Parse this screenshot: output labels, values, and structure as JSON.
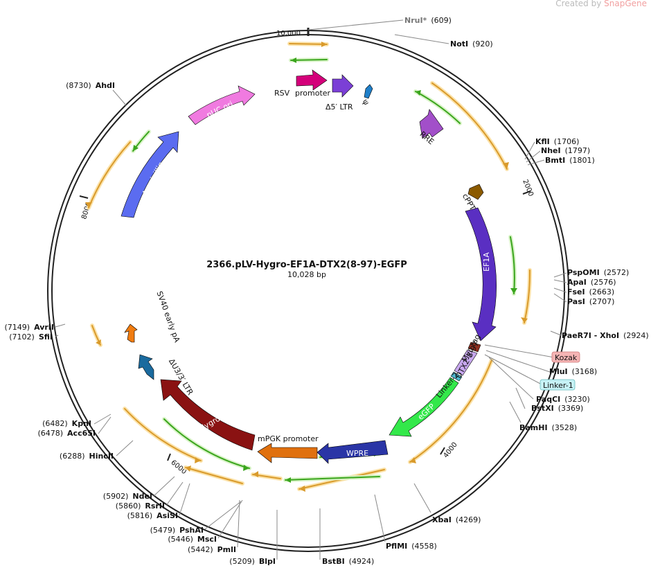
{
  "watermark": {
    "prefix": "Created by ",
    "brand": "SnapGene"
  },
  "plasmid": {
    "name": "2366.pLV-Hygro-EF1A-DTX2(8-97)-EGFP",
    "size_label": "10,028 bp"
  },
  "ticks": [
    "10,000",
    "2000",
    "4000",
    "6000",
    "8000"
  ],
  "sites": [
    {
      "name": "NruI*",
      "pos": "(609)"
    },
    {
      "name": "NotI",
      "pos": "(920)"
    },
    {
      "name": "KflI",
      "pos": "(1706)"
    },
    {
      "name": "NheI",
      "pos": "(1797)"
    },
    {
      "name": "BmtI",
      "pos": "(1801)"
    },
    {
      "name": "PspOMI",
      "pos": "(2572)"
    },
    {
      "name": "ApaI",
      "pos": "(2576)"
    },
    {
      "name": "FseI",
      "pos": "(2663)"
    },
    {
      "name": "PasI",
      "pos": "(2707)"
    },
    {
      "name": "PaeR7I - XhoI",
      "pos": "(2924)"
    },
    {
      "name": "MluI",
      "pos": "(3168)"
    },
    {
      "name": "PaqCI",
      "pos": "(3230)"
    },
    {
      "name": "BstXI",
      "pos": "(3369)"
    },
    {
      "name": "BamHI",
      "pos": "(3528)"
    },
    {
      "name": "XbaI",
      "pos": "(4269)"
    },
    {
      "name": "PflMI",
      "pos": "(4558)"
    },
    {
      "name": "BstBI",
      "pos": "(4924)"
    },
    {
      "name": "BlpI",
      "pos": "(5209)"
    },
    {
      "name": "PmlI",
      "pos": "(5442)"
    },
    {
      "name": "MscI",
      "pos": "(5446)"
    },
    {
      "name": "PshAI",
      "pos": "(5479)"
    },
    {
      "name": "AsiSI",
      "pos": "(5816)"
    },
    {
      "name": "RsrII",
      "pos": "(5860)"
    },
    {
      "name": "NdeI",
      "pos": "(5902)"
    },
    {
      "name": "HincII",
      "pos": "(6288)"
    },
    {
      "name": "Acc65I",
      "pos": "(6478)"
    },
    {
      "name": "KpnI",
      "pos": "(6482)"
    },
    {
      "name": "SfiI",
      "pos": "(7102)"
    },
    {
      "name": "AvrII",
      "pos": "(7149)"
    },
    {
      "name": "AhdI",
      "pos": "(8730)"
    }
  ],
  "features": {
    "rsv": "RSV",
    "promoter": "promoter",
    "ltr5": "Δ5′ LTR",
    "psi": "ψ",
    "rre": "RRE",
    "cppt": "cPPT",
    "ef1a": "EF1A",
    "dtx2": "DTX2-8-97",
    "myc": "Myc tag",
    "linker2": "Linker-2",
    "kozak": "Kozak",
    "linker1": "Linker-1",
    "egfp": "eGFP",
    "wpre": "WPRE",
    "mpgk": "mPGK promoter",
    "hygro": "Hygro",
    "ltr3": "ΔU3/3′ LTR",
    "sv40": "SV40 early pA",
    "ampicillin": "Ampicillin",
    "puc_ori": "pUC ori"
  },
  "colors": {
    "backbone": "#222222",
    "orf_line": "#d99a2b",
    "orf_glow": "#fbe2a8",
    "green_line": "#3aa51d",
    "green_glow": "#d8f3c6",
    "rsv": "#d4007a",
    "promoter": "#7b3fd6",
    "psi": "#1f7fc9",
    "rre": "#a24fc9",
    "cppt": "#8b5a00",
    "ef1a": "#5a2fc2",
    "myc": "#8e2f20",
    "dtx2": "#c8a8ef",
    "linker2": "#4fb8d0",
    "egfp": "#33e84a",
    "wpre": "#2a35a6",
    "mpgk": "#e0700e",
    "hygro": "#8a1212",
    "ltr3": "#1a6a9e",
    "sv40": "#f07c10",
    "ampicillin": "#5b6cf0",
    "puc_ori": "#f07ae0",
    "kozak_bg": "#f5b4b4",
    "linker1_bg": "#c6f2f6"
  }
}
